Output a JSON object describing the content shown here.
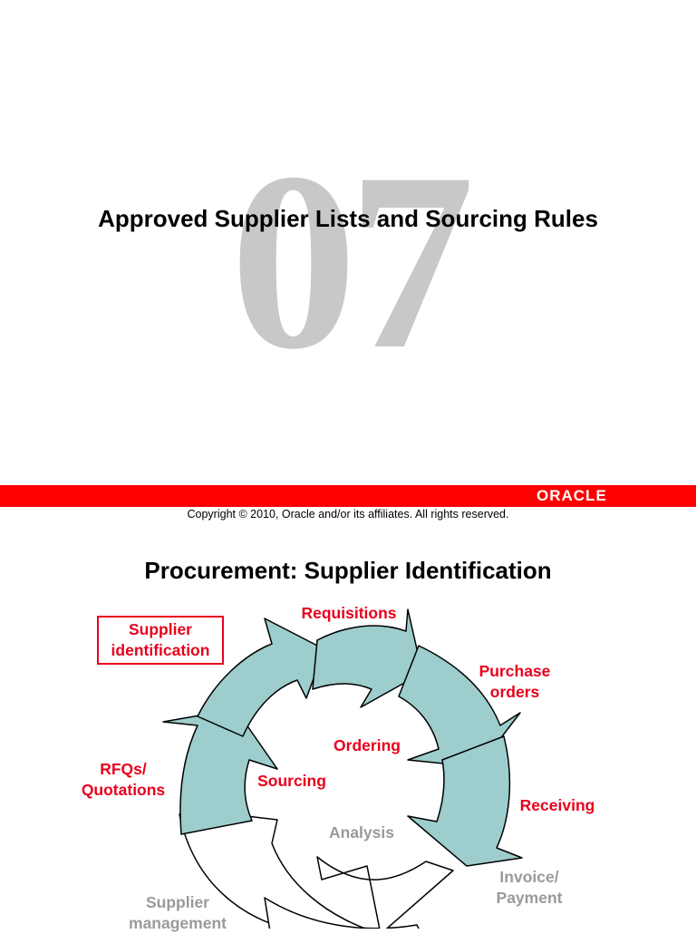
{
  "slide1": {
    "chapter_number": "07",
    "title": "Approved Supplier Lists and Sourcing Rules"
  },
  "footer": {
    "logo_text": "ORACLE",
    "copyright": "Copyright © 2010, Oracle and/or its affiliates. All rights reserved."
  },
  "slide2": {
    "title": "Procurement: Supplier Identification",
    "highlight_label": "Supplier identification",
    "outer_labels": {
      "requisitions": "Requisitions",
      "purchase_orders": "Purchase orders",
      "receiving": "Receiving",
      "invoice_payment": "Invoice/ Payment",
      "supplier_management": "Supplier management",
      "rfqs_quotations": "RFQs/ Quotations"
    },
    "inner_labels": {
      "ordering": "Ordering",
      "sourcing": "Sourcing",
      "analysis": "Analysis"
    }
  },
  "colors": {
    "accent_red": "#e8001c",
    "bar_red": "#ff0000",
    "arrow_teal": "#9dcdcd",
    "inactive_gray": "#9a9a9a",
    "chapter_gray": "#c8c8c8"
  }
}
